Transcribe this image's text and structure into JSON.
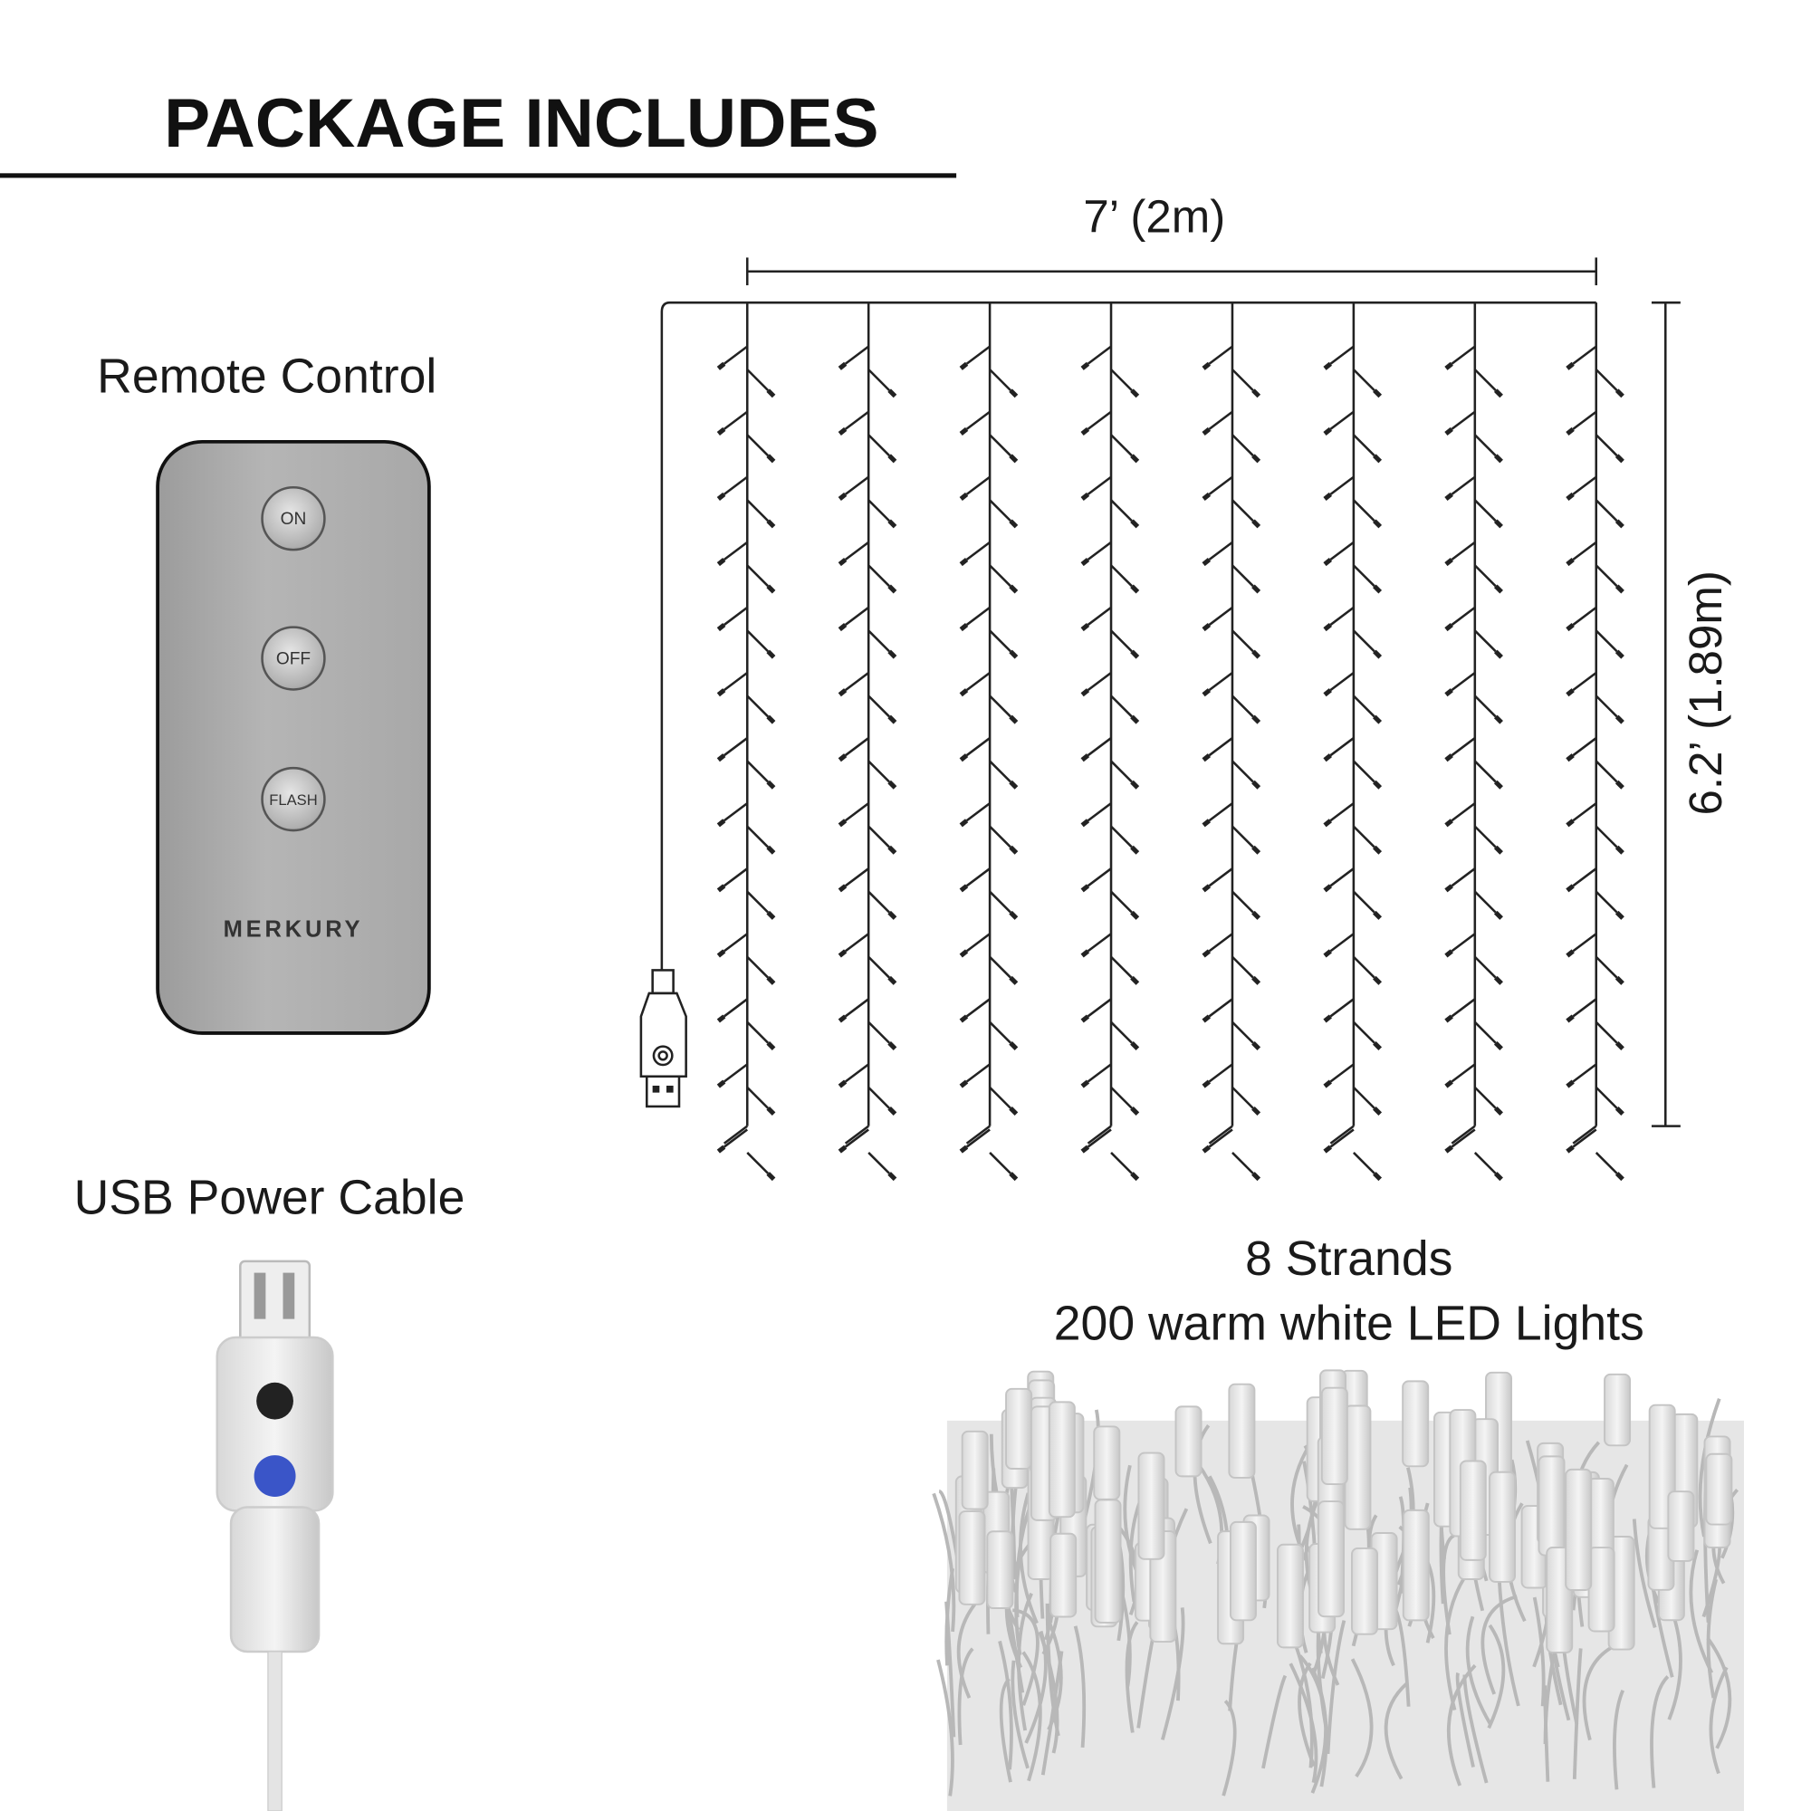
{
  "title": "PACKAGE INCLUDES",
  "remote": {
    "label": "Remote Control",
    "buttons": [
      "ON",
      "OFF",
      "FLASH"
    ],
    "brand": "MERKURY",
    "color": "#aaaaaa"
  },
  "usb": {
    "label": "USB Power Cable",
    "button_color": "#3a55c8"
  },
  "curtain": {
    "width_label": "7’ (2m)",
    "height_label": "6.2’ (1.89m)",
    "strand_count": 8,
    "bulbs_per_side": 13
  },
  "lights": {
    "line1": "8 Strands",
    "line2": "200 warm white LED Lights"
  }
}
